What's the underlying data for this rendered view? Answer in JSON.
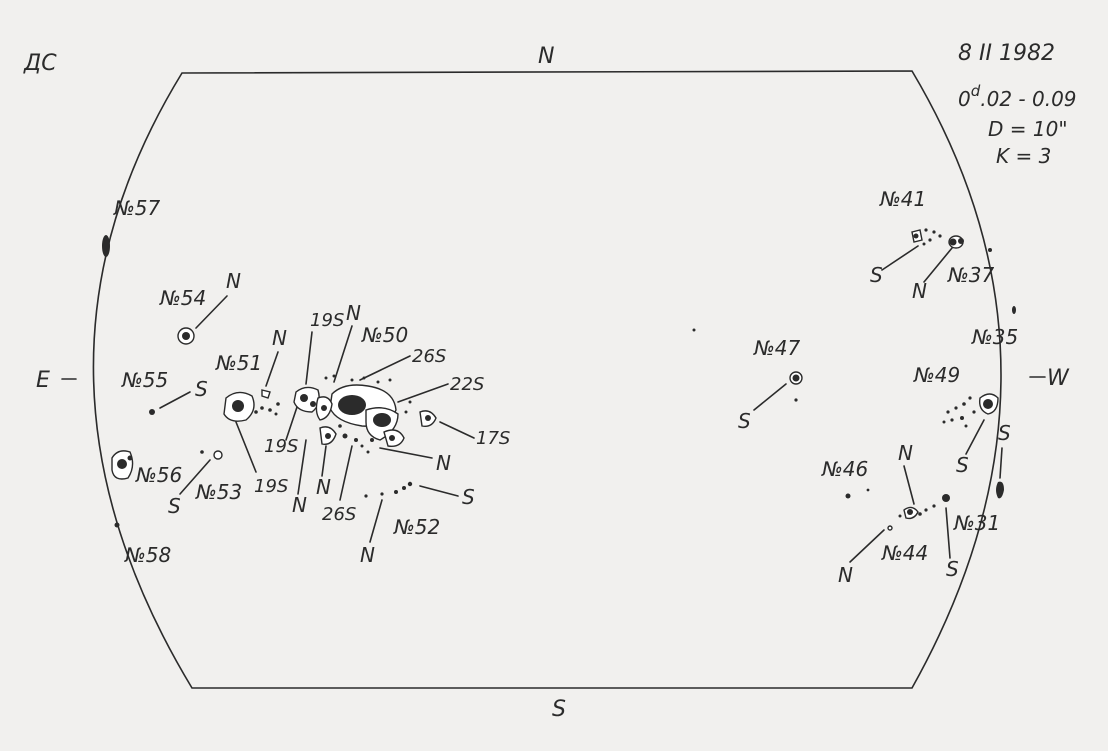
{
  "header": {
    "observer": "ДС",
    "date": "8 II 1982",
    "time_sup": "d",
    "time_pre": "0",
    "time_post": ".02 - 0.09",
    "diameter": "D = 10\"",
    "k_value": "K = 3"
  },
  "compass": {
    "north": "N",
    "south": "S",
    "east": "E",
    "west": "W"
  },
  "groups": {
    "g57": "№57",
    "g54": "№54",
    "g55": "№55",
    "g56": "№56",
    "g58": "№58",
    "g51": "№51",
    "g53": "№53",
    "g50": "№50",
    "g52": "№52",
    "g47": "№47",
    "g41": "№41",
    "g37": "№37",
    "g35": "№35",
    "g49": "№49",
    "g46": "№46",
    "g44": "№44",
    "g31": "№31"
  },
  "labels": {
    "n54": "N",
    "s55": "S",
    "n51": "N",
    "s53": "S",
    "s19a": "19S",
    "s19b": "19S",
    "s19c": "19S",
    "n50": "N",
    "s26a": "26S",
    "s26b": "26S",
    "s22": "22S",
    "s17": "17S",
    "n_a": "N",
    "n_b": "N",
    "n_c": "N",
    "s52": "S",
    "n52": "N",
    "s47": "S",
    "s41": "S",
    "n37": "N",
    "s49": "S",
    "s31": "S",
    "n44a": "N",
    "n44b": "N",
    "s44": "S"
  }
}
